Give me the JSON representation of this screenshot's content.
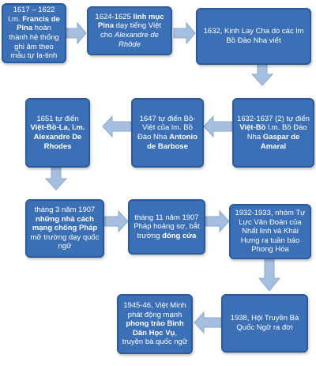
{
  "colors": {
    "box": "#3b70b6",
    "box_border": "#2c5a96",
    "arrow": "#a6bfe0",
    "arrow_stroke": "#8aaad3"
  },
  "nodes": [
    {
      "id": "n1",
      "runs": [
        {
          "t": "1617 – 1622 l.m. "
        },
        {
          "t": "Francis de Pina",
          "b": true
        },
        {
          "t": " hoàn thành hệ thống ghi âm theo mẫu tự la-tinh"
        }
      ]
    },
    {
      "id": "n2",
      "runs": [
        {
          "t": "1624-1625 "
        },
        {
          "t": "linh mục Pina",
          "b": true
        },
        {
          "t": " dạy tiếng Việt cho "
        },
        {
          "t": "Alexandre de Rhôde",
          "i": true
        }
      ]
    },
    {
      "id": "n3",
      "runs": [
        {
          "t": "1632, Kinh Lay Cha do các lm Bồ Đào Nha viết"
        }
      ]
    },
    {
      "id": "n4",
      "runs": [
        {
          "t": "1651 tự điển "
        },
        {
          "t": "Việt-Bồ-La, l.m. Alexandre De Rhodes",
          "b": true
        }
      ]
    },
    {
      "id": "n5",
      "runs": [
        {
          "t": "1647 tự điển Bồ-Việt của lm. Bồ Đào Nha "
        },
        {
          "t": "Antonio de Barbose",
          "b": true
        }
      ]
    },
    {
      "id": "n6",
      "runs": [
        {
          "t": "1632-1637 (2) tự điển "
        },
        {
          "t": "Việt-Bồ",
          "b": true
        },
        {
          "t": " l.m. Bồ Đào Nha "
        },
        {
          "t": "Gaspar de Amaral",
          "b": true
        }
      ]
    },
    {
      "id": "n7",
      "runs": [
        {
          "t": "tháng 3 năm 1907 "
        },
        {
          "t": "những nhà cách mạng chống Pháp",
          "b": true
        },
        {
          "t": " mở trường dạy quốc ngữ"
        }
      ]
    },
    {
      "id": "n8",
      "runs": [
        {
          "t": "tháng 11 năm 1907 Pháp hoảng sợ, bắt trường "
        },
        {
          "t": "đóng cửa",
          "b": true
        }
      ]
    },
    {
      "id": "n9",
      "runs": [
        {
          "t": "1932-1933, nhóm Tự Lực Văn Đoàn của Nhất linh và Khái Hưng ra tuần báo Phong Hóa"
        }
      ]
    },
    {
      "id": "n10",
      "runs": [
        {
          "t": "1945-46, Việt Minh phát động mạnh "
        },
        {
          "t": "phong trào Bình Dân Học Vụ",
          "b": true
        },
        {
          "t": ", truyền bá quốc ngữ"
        }
      ]
    },
    {
      "id": "n11",
      "runs": [
        {
          "t": "1938, Hội Truyền Bá Quốc Ngữ ra đời"
        }
      ]
    }
  ]
}
